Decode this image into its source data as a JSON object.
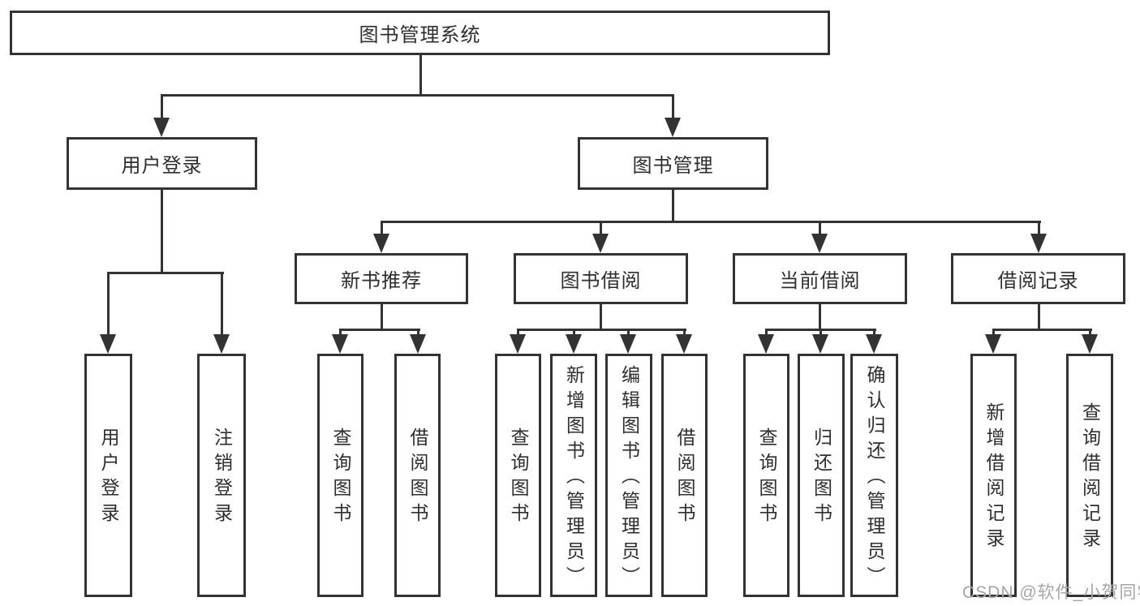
{
  "tree": {
    "label": "图书管理系统",
    "children": [
      {
        "label": "用户登录",
        "children": [
          {
            "label": "用户登录"
          },
          {
            "label": "注销登录"
          }
        ]
      },
      {
        "label": "图书管理",
        "children": [
          {
            "label": "新书推荐",
            "children": [
              {
                "label": "查询图书"
              },
              {
                "label": "借阅图书"
              }
            ]
          },
          {
            "label": "图书借阅",
            "children": [
              {
                "label": "查询图书"
              },
              {
                "label": "新增图书（管理员）"
              },
              {
                "label": "编辑图书（管理员）"
              },
              {
                "label": "借阅图书"
              }
            ]
          },
          {
            "label": "当前借阅",
            "children": [
              {
                "label": "查询图书"
              },
              {
                "label": "归还图书"
              },
              {
                "label": "确认归还（管理员）"
              }
            ]
          },
          {
            "label": "借阅记录",
            "children": [
              {
                "label": "新增借阅记录"
              },
              {
                "label": "查询借阅记录"
              }
            ]
          }
        ]
      }
    ]
  },
  "watermark": {
    "text": "CSDN @软件_小贺同学"
  },
  "colors": {
    "line": "#333333",
    "text": "#2e2e2e",
    "background": "#ffffff",
    "watermark": "#a6a6a6"
  }
}
